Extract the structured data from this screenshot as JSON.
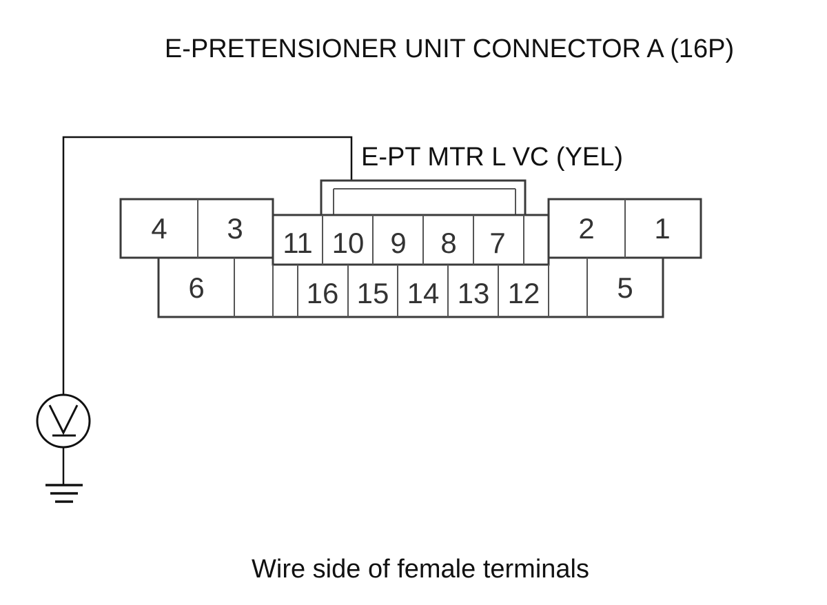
{
  "title": "E-PRETENSIONER UNIT CONNECTOR A (16P)",
  "wire_label": "E-PT MTR L VC (YEL)",
  "caption": "Wire side of female terminals",
  "colors": {
    "ink": "#111111",
    "connector_outline": "#3a3a3a",
    "background": "#ffffff"
  },
  "connector": {
    "terminals": {
      "t1": "1",
      "t2": "2",
      "t3": "3",
      "t4": "4",
      "t5": "5",
      "t6": "6",
      "t7": "7",
      "t8": "8",
      "t9": "9",
      "t10": "10",
      "t11": "11",
      "t12": "12",
      "t13": "13",
      "t14": "14",
      "t15": "15",
      "t16": "16"
    },
    "probe_terminal": "10"
  },
  "icons": {
    "meter": "voltmeter-icon",
    "ground": "ground-icon"
  }
}
